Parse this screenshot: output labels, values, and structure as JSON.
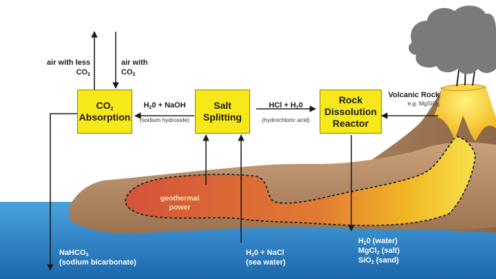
{
  "boxes": {
    "co2_absorption": {
      "line1": "CO",
      "sub": "2",
      "line2": "Absorption"
    },
    "salt_splitting": {
      "line1": "Salt",
      "line2": "Splitting"
    },
    "rock_dissolution": {
      "line1": "Rock",
      "line2": "Dissolution",
      "line3": "Reactor"
    }
  },
  "labels": {
    "air_less": {
      "line1": "air with less",
      "line2_a": "CO",
      "line2_sub": "2"
    },
    "air_with": {
      "line1": "air with",
      "line2_a": "CO",
      "line2_sub": "2"
    },
    "naoh": {
      "a": "H",
      "sub": "2",
      "b": "0 + NaOH",
      "note": "(sodium hydroxide)"
    },
    "hcl": {
      "a": "HCl + H",
      "sub": "2",
      "b": "0",
      "note": "(hydrochloric acid)"
    },
    "volcanic": {
      "line1": "Volcanic Rock",
      "line2_a": "e.g. MgSiO",
      "line2_sub": "3"
    },
    "geothermal": {
      "line1": "geothermal",
      "line2": "power"
    },
    "bicarbonate": {
      "a": "NaHCO",
      "sub": "3",
      "note": "(sodium bicarbonate)"
    },
    "seawater": {
      "a": "H",
      "sub": "2",
      "b": "0 + NaCl",
      "note": "(sea water)"
    },
    "products": {
      "water_a": "H",
      "water_sub": "2",
      "water_b": "0 (water)",
      "salt_a": "MgCl",
      "salt_sub": "2",
      "salt_b": " (salt)",
      "sand_a": "SiO",
      "sand_sub": "2",
      "sand_b": " (sand)"
    }
  },
  "colors": {
    "box_fill": "#f7e81a",
    "sea": "#2a7fc4",
    "land": "#b48a63",
    "volcano": "#a07a5a",
    "magma": "#d95a3a",
    "lava": "#f5c21a",
    "smoke": "#7d7d7d",
    "arrow": "#1a1a1a"
  }
}
